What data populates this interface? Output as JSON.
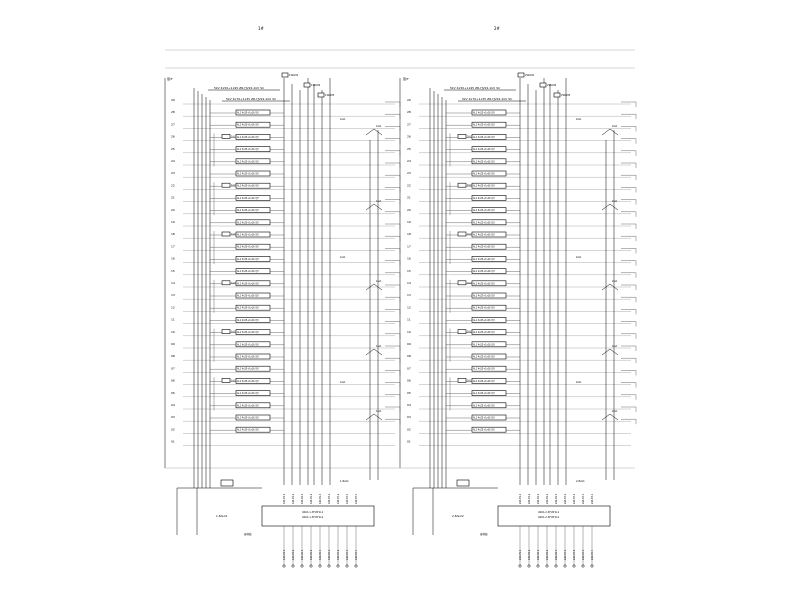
{
  "drawing": {
    "sections": [
      {
        "title": "1#",
        "floor_prefix": "",
        "top_line_1": "5kV 4x50+1x95 ZR-YJV22-1kV SC",
        "top_line_2": "5kV 4x70+1x35 ZR-YJV22-1kV SC",
        "riser_labels": [
          "1WLM1",
          "1WLM2",
          "1WLM3"
        ],
        "bus_label": "1-8AL1",
        "panel_label_1": "400A 1-3F/AT1L1",
        "panel_label_2": "400A 1-3F/AT1L2",
        "bottom_box_label": "1-8AL21",
        "side_tags": [
          "1AL1",
          "1AL1",
          "1AL1",
          "1AL1",
          "1AL1",
          "1AL1"
        ],
        "mid_tag": "1AL1",
        "sub_feeder_tag": "1AL1",
        "outgoing": [
          "1WLM1-1",
          "1WLM1-2",
          "1WLM2-1",
          "1WLM2-2",
          "1WLM2-3",
          "1WLM3-1",
          "1WLM3-2",
          "1WLM3-3",
          "1WLM3-4"
        ],
        "feeder_row_text": "AL1 4x25+1x16 YJV",
        "ground_label": "接地线"
      },
      {
        "title": "2#",
        "floor_prefix": "",
        "top_line_1": "5kV 4x50+1x95 ZR-YJV22-1kV SC",
        "top_line_2": "5kV 4x70+1x35 ZR-YJV22-1kV SC",
        "riser_labels": [
          "2WLM1",
          "2WLM2",
          "2WLM3"
        ],
        "bus_label": "2-8AL1",
        "panel_label_1": "400A 2-3F/AT1L1",
        "panel_label_2": "400A 2-3F/AT1L2",
        "bottom_box_label": "2-8AL22",
        "side_tags": [
          "2AL1",
          "2AL1",
          "2AL1",
          "2AL1",
          "2AL1",
          "2AL1"
        ],
        "mid_tag": "2AL1",
        "sub_feeder_tag": "2AL1",
        "outgoing": [
          "2WLM1-1",
          "2WLM1-2",
          "2WLM2-1",
          "2WLM2-2",
          "2WLM2-3",
          "2WLM3-1",
          "2WLM3-2",
          "2WLM3-3",
          "2WLM3-4"
        ],
        "feeder_row_text": "AL1 4x25+1x16 YJV",
        "ground_label": "接地线"
      }
    ],
    "floor_header": "层/F",
    "floors": [
      "29",
      "28",
      "27",
      "26",
      "25",
      "24",
      "23",
      "22",
      "21",
      "20",
      "19",
      "18",
      "17",
      "16",
      "15",
      "14",
      "13",
      "12",
      "11",
      "10",
      "09",
      "08",
      "07",
      "06",
      "05",
      "04",
      "03",
      "02",
      "01"
    ]
  }
}
